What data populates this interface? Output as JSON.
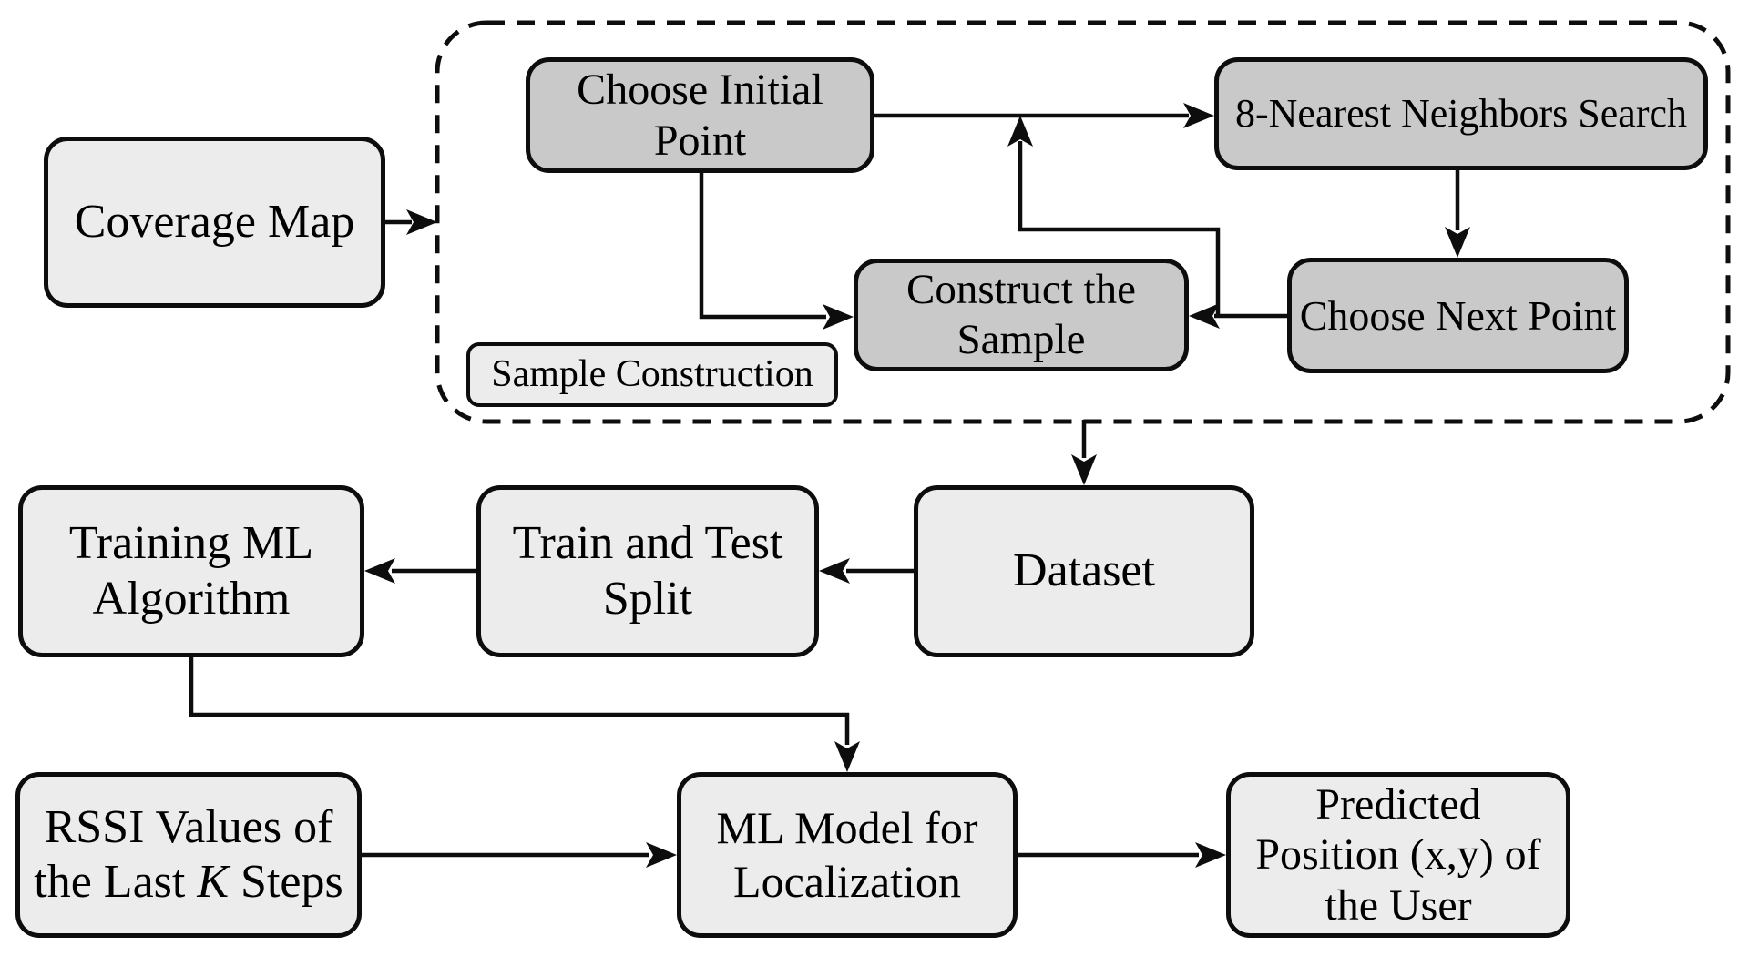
{
  "colors": {
    "background": "#ffffff",
    "node_light": "#ececec",
    "node_dark": "#c9c9c9",
    "line": "#0d0d0d"
  },
  "nodes": {
    "coverage_map": {
      "label": "Coverage Map"
    },
    "choose_initial_point": {
      "line1": "Choose Initial",
      "line2": "Point"
    },
    "nearest_neighbors_search": {
      "label": "8-Nearest Neighbors Search"
    },
    "construct_the_sample": {
      "line1": "Construct the",
      "line2": "Sample"
    },
    "choose_next_point": {
      "label": "Choose Next Point"
    },
    "sample_construction_tag": {
      "label": "Sample Construction"
    },
    "dataset": {
      "label": "Dataset"
    },
    "train_and_test_split": {
      "line1": "Train and Test",
      "line2": "Split"
    },
    "training_ml_algorithm": {
      "line1": "Training ML",
      "line2": "Algorithm"
    },
    "rssi_values": {
      "line1": "RSSI Values of",
      "line2_pre": "the Last ",
      "line2_italic": "K",
      "line2_post": " Steps"
    },
    "ml_model_for_localization": {
      "line1": "ML Model for",
      "line2": "Localization"
    },
    "predicted_position": {
      "line1": "Predicted",
      "line2": "Position (x,y) of",
      "line3": "the User"
    }
  }
}
